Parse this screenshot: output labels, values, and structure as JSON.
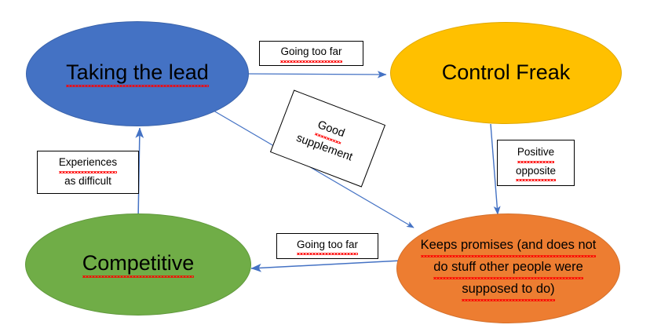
{
  "diagram": {
    "title": "Taking the lead / Control Freak / Competitive behaviour map",
    "background_color": "#FFFFFF",
    "arrow_color": "#4472C4",
    "spellcheck_underline_color": "#FF0000"
  },
  "nodes": [
    {
      "id": "taking-the-lead",
      "label": "Taking the lead",
      "shape": "ellipse",
      "fill": "#4472C4",
      "text_color": "#000000",
      "spellchecked": true
    },
    {
      "id": "control-freak",
      "label": "Control Freak",
      "shape": "ellipse",
      "fill": "#FFC000",
      "text_color": "#000000",
      "spellchecked": false
    },
    {
      "id": "competitive",
      "label": "Competitive",
      "shape": "ellipse",
      "fill": "#70AD47",
      "text_color": "#000000",
      "spellchecked": true
    },
    {
      "id": "keeps-promises",
      "label": "Keeps promises (and does not do stuff other people were supposed to do)",
      "line1": "Keeps promises (and does not",
      "line2": "do stuff other people were",
      "line3": "supposed to do)",
      "shape": "ellipse",
      "fill": "#ED7D31",
      "text_color": "#000000",
      "spellchecked": true
    }
  ],
  "edge_labels": [
    {
      "id": "going-too-far-top",
      "text": "Going too far",
      "from": "taking-the-lead",
      "to": "control-freak",
      "rotated": false
    },
    {
      "id": "good-supplement",
      "line1": "Good",
      "line2": "supplement",
      "text": "Good supplement",
      "from": "taking-the-lead",
      "to": "keeps-promises",
      "rotated": true,
      "rotation_degrees": 21
    },
    {
      "id": "positive-opposite",
      "line1": "Positive",
      "line2": "opposite",
      "text": "Positive opposite",
      "from": "control-freak",
      "to": "keeps-promises",
      "rotated": false
    },
    {
      "id": "going-too-far-bottom",
      "text": "Going too far",
      "from": "keeps-promises",
      "to": "competitive",
      "rotated": false
    },
    {
      "id": "experiences-as-difficult",
      "line1": "Experiences",
      "line2": "as difficult",
      "text": "Experiences as difficult",
      "from": "competitive",
      "to": "taking-the-lead",
      "rotated": false
    }
  ],
  "arrows": [
    {
      "id": "arrow-lead-to-control",
      "from": "taking-the-lead",
      "to": "control-freak",
      "direction": "right"
    },
    {
      "id": "arrow-lead-to-promises",
      "from": "taking-the-lead",
      "to": "keeps-promises",
      "direction": "diagonal-down-right"
    },
    {
      "id": "arrow-control-to-promises",
      "from": "control-freak",
      "to": "keeps-promises",
      "direction": "down"
    },
    {
      "id": "arrow-promises-to-competitive",
      "from": "keeps-promises",
      "to": "competitive",
      "direction": "left"
    },
    {
      "id": "arrow-competitive-to-lead",
      "from": "competitive",
      "to": "taking-the-lead",
      "direction": "up"
    }
  ]
}
